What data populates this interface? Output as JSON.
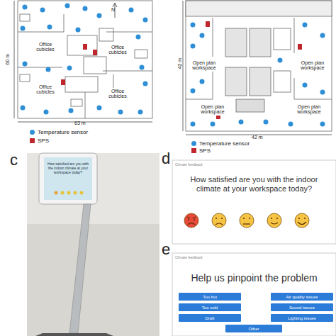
{
  "diagram": {
    "nodes": [
      {
        "text": [
          "How satisfied are you with the indoor climate at your workspace today?"
        ]
      },
      {
        "text": [
          "Climate feedback",
          "How satisfied are you with the indoor climate at your workspace today?"
        ]
      },
      {
        "text": [
          "Climate feedback",
          "Help us pinpoint the problem"
        ]
      },
      {
        "text": [
          "Too hot"
        ],
        "in": 2
      },
      {
        "text": [
          "Air quality issues"
        ],
        "in": 2
      },
      {
        "text": [
          "Too cold"
        ],
        "in": 2
      },
      {
        "text": [
          "Sound issues"
        ],
        "in": 2
      },
      {
        "text": [
          "Draft"
        ],
        "in": 2
      },
      {
        "text": [
          "Lighting issues"
        ],
        "in": 2
      },
      {
        "text": [
          "Other"
        ],
        "in": 2
      }
    ],
    "labels": [
      "N",
      "Office cubicles",
      "Office cubicles",
      "Office cubicles",
      "Office cubicles",
      "60 m",
      "63 m",
      "Open plan workspace",
      "Open plan workspace",
      "Open plan workspace",
      "Open plan workspace",
      "42 m",
      "42 m",
      "c",
      "d",
      "e"
    ],
    "legend": [
      {
        "text": "Temperature sensor",
        "color": "#2f8fd6"
      },
      {
        "text": "SPS",
        "color": "#c0272d"
      },
      {
        "text": "Temperature sensor",
        "color": "#2f8fd6"
      },
      {
        "text": "SPS",
        "color": "#c0272d"
      }
    ]
  }
}
